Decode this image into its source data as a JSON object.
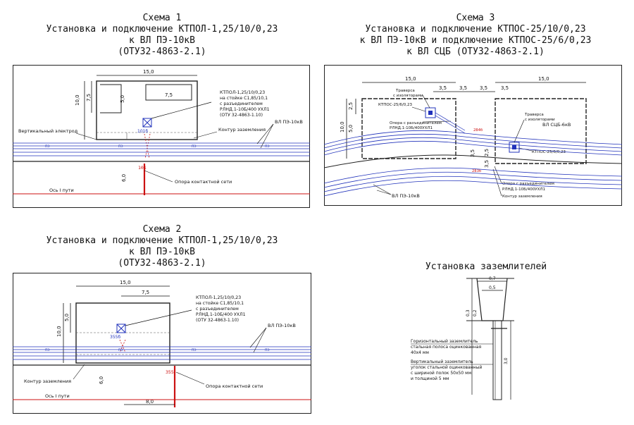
{
  "scheme1": {
    "title": [
      "Схема 1",
      "Установка и подключение КТПОЛ-1,25/10/0,23",
      "к ВЛ ПЭ-10кВ",
      "(ОТУ32-4863-2.1)"
    ],
    "dims": {
      "width": "15,0",
      "height": "10,0",
      "d75v": "7,5",
      "d50": "5,0",
      "d75h": "7,5",
      "d60": "6,0"
    },
    "callout": [
      "КТПОЛ-1,25/10/0,23",
      "на стойке С1,85/10,1",
      "с разъединителем",
      "РЛНД.1-10Б/400 УХЛ1",
      "(ОТУ 32-4863-1.10)"
    ],
    "labels": {
      "vertical_electrode": "Вертикальный электрод",
      "ground_loop": "Контур заземления",
      "vl": "ВЛ ПЭ-10кВ",
      "catenary_support": "Опора контактной сети",
      "axis": "Ось I пути",
      "pole_top": "101б",
      "pole_bot": "101"
    }
  },
  "scheme2": {
    "title": [
      "Схема 2",
      "Установка и подключение КТПОЛ-1,25/10/0,23",
      "к ВЛ ПЭ-10кВ",
      "(ОТУ32-4863-2.1)"
    ],
    "dims": {
      "width": "15,0",
      "d75": "7,5",
      "height": "10,0",
      "d50": "5,0",
      "d60": "6,0",
      "d80": "8,0"
    },
    "callout": [
      "КТПОЛ-1,25/10/0,23",
      "на стойке С1,85/10,1",
      "с разъединителем",
      "РЛНД.1-10Б/400 УХЛ1",
      "(ОТУ 32-4863-1.10)"
    ],
    "labels": {
      "ground_loop": "Контур заземления",
      "vl": "ВЛ ПЭ-10кВ",
      "catenary_support": "Опора контактной сети",
      "axis": "Ось I пути",
      "pole_top": "355б",
      "pole_bot": "355"
    }
  },
  "scheme3": {
    "title": [
      "Схема 3",
      "Установка и подключение КТПОС-25/10/0,23",
      "к ВЛ ПЭ-10кВ и подключение КТПОС-25/6/0,23",
      "к ВЛ СЦБ (ОТУ32-4863-2.1)"
    ],
    "dims": {
      "width1": "15,0",
      "d35a": "3,5",
      "d35b": "3,5",
      "d35c": "3,5",
      "d25": "2,5",
      "h10": "10,0",
      "d50": "5,0",
      "width2": "15,0",
      "d35d": "3,5",
      "d35e": "3,5",
      "d25b": "2,5",
      "d35f": "3,5"
    },
    "labels": {
      "traverse1": [
        "Траверса",
        "с изоляторами"
      ],
      "ktpos1": "КТПОС-25/6/0,23",
      "support1": [
        "Опора с разъединителем",
        "РЛНД.1-10Б/400УХЛ1"
      ],
      "pole1": "284б",
      "traverse2": [
        "Траверса",
        "с изоляторами"
      ],
      "vl_scb": "ВЛ СЦБ-6кВ",
      "ktpos2": "КТПОС-25/6/0,23",
      "pole2": "283б",
      "support2": [
        "Опора с разъединителем",
        "РЛНД.1-10Б/400УХЛ1"
      ],
      "ground_loop": "Контур заземления",
      "vl": "ВЛ ПЭ-10кВ"
    }
  },
  "grounding": {
    "title": "Установка заземлителей",
    "dims": {
      "d07": "0,7",
      "d05": "0,5",
      "d03": "0,3",
      "d02": "0,2",
      "d30": "3,0"
    },
    "labels": {
      "horizontal": [
        "Горизонтальный заземлитель",
        "стальная полоса оцинкованная",
        "40х4 мм"
      ],
      "vertical": [
        "Вертикальный заземлитель",
        "уголок стальной оцинкованный",
        "с шириной полок 50х50 мм",
        "и толщиной 5 мм"
      ]
    }
  },
  "wire_tag": "ПЭ"
}
